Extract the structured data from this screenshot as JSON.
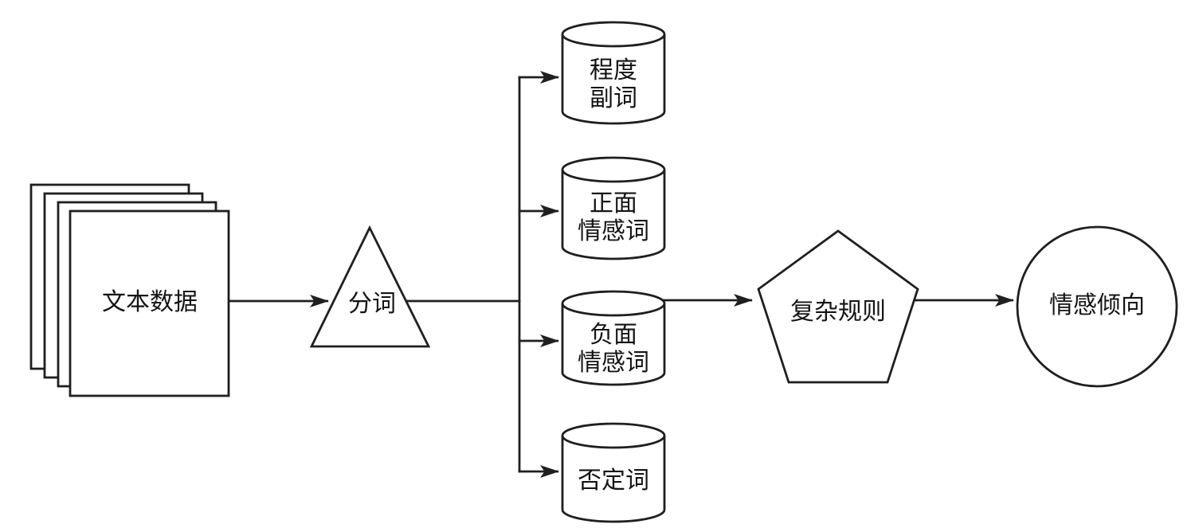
{
  "colors": {
    "stroke": "#1f1f1f",
    "background": "#ffffff",
    "text": "#141414"
  },
  "nodes": {
    "source": {
      "label": "文本数据",
      "shape": "document-stack"
    },
    "segmentation": {
      "label": "分词",
      "shape": "triangle"
    },
    "lexicons": [
      {
        "line1": "程度",
        "line2": "副词",
        "shape": "cylinder"
      },
      {
        "line1": "正面",
        "line2": "情感词",
        "shape": "cylinder"
      },
      {
        "line1": "负面",
        "line2": "情感词",
        "shape": "cylinder"
      },
      {
        "line1": "否定词",
        "line2": "",
        "shape": "cylinder"
      }
    ],
    "rules": {
      "label": "复杂规则",
      "shape": "pentagon"
    },
    "output": {
      "label": "情感倾向",
      "shape": "circle"
    }
  }
}
